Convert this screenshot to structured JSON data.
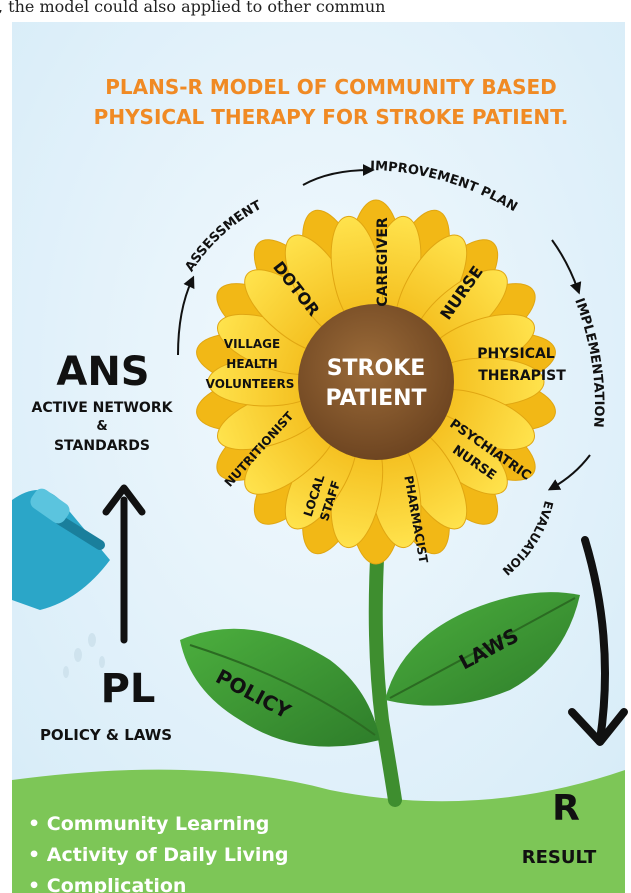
{
  "page_top_text": ", the model could also applied to other commun",
  "title": {
    "line1": "PLANS-R MODEL OF COMMUNITY BASED",
    "line2": "PHYSICAL THERAPY FOR STROKE PATIENT."
  },
  "cycle": {
    "assessment": "ASSESSMENT",
    "improvement_plan": "IMPROVEMENT PLAN",
    "implementation": "IMPLEMENTATION",
    "evaluation": "EVALUATION"
  },
  "center": {
    "line1": "STROKE",
    "line2": "PATIENT"
  },
  "petals": {
    "caregiver": "CAREGIVER",
    "doctor": "DOTOR",
    "nurse": "NURSE",
    "village": [
      "VILLAGE",
      "HEALTH",
      "VOLUNTEERS"
    ],
    "physical_therapist": [
      "PHYSICAL",
      "THERAPIST"
    ],
    "nutritionist": "NUTRITIONIST",
    "psychiatric_nurse": [
      "PSYCHIATRIC",
      "NURSE"
    ],
    "local_staff": [
      "LOCAL",
      "STAFF"
    ],
    "pharmacist": "PHARMACIST"
  },
  "ans": {
    "abbr": "ANS",
    "line1": "ACTIVE NETWORK",
    "line2": "&",
    "line3": "STANDARDS"
  },
  "pl": {
    "abbr": "PL",
    "full": "POLICY & LAWS"
  },
  "leaves": {
    "left": "POLICY",
    "right": "LAWS"
  },
  "result": {
    "abbr": "R",
    "full": "RESULT"
  },
  "bullets": [
    "Community Learning",
    "Activity of Daily Living",
    "Complication"
  ],
  "colors": {
    "title": "#F08A24",
    "sky": "#E6F3FB",
    "grass": "#7DC657",
    "petal": "#F7D22A",
    "center": "#8A5A2C",
    "leaf": "#3E9A35",
    "watering_can": "#2BA6C8"
  }
}
